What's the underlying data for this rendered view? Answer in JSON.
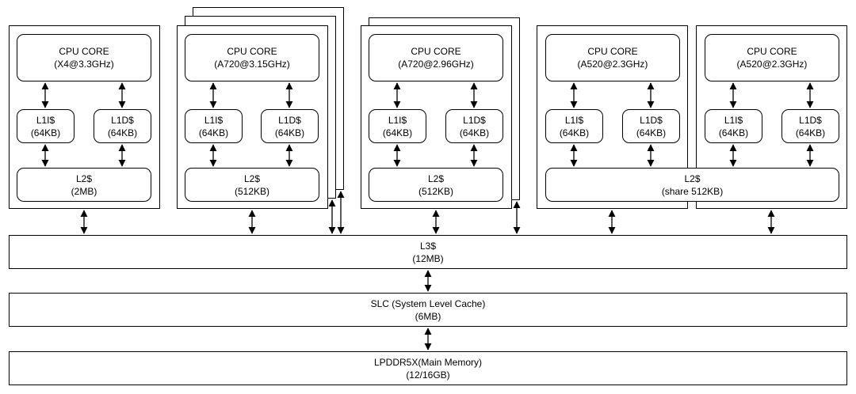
{
  "clusters": [
    {
      "core": {
        "title": "CPU CORE",
        "spec": "(X4@3.3GHz)"
      },
      "l1i": {
        "title": "L1I$",
        "size": "(64KB)"
      },
      "l1d": {
        "title": "L1D$",
        "size": "(64KB)"
      },
      "l2": {
        "title": "L2$",
        "size": "(2MB)"
      }
    },
    {
      "core": {
        "title": "CPU CORE",
        "spec": "(A720@3.15GHz)"
      },
      "l1i": {
        "title": "L1I$",
        "size": "(64KB)"
      },
      "l1d": {
        "title": "L1D$",
        "size": "(64KB)"
      },
      "l2": {
        "title": "L2$",
        "size": "(512KB)"
      }
    },
    {
      "core": {
        "title": "CPU CORE",
        "spec": "(A720@2.96GHz)"
      },
      "l1i": {
        "title": "L1I$",
        "size": "(64KB)"
      },
      "l1d": {
        "title": "L1D$",
        "size": "(64KB)"
      },
      "l2": {
        "title": "L2$",
        "size": "(512KB)"
      }
    },
    {
      "core": {
        "title": "CPU CORE",
        "spec": "(A520@2.3GHz)"
      },
      "l1i": {
        "title": "L1I$",
        "size": "(64KB)"
      },
      "l1d": {
        "title": "L1D$",
        "size": "(64KB)"
      }
    },
    {
      "core": {
        "title": "CPU CORE",
        "spec": "(A520@2.3GHz)"
      },
      "l1i": {
        "title": "L1I$",
        "size": "(64KB)"
      },
      "l1d": {
        "title": "L1D$",
        "size": "(64KB)"
      }
    }
  ],
  "shared_l2": {
    "title": "L2$",
    "size": "(share 512KB)"
  },
  "l3": {
    "title": "L3$",
    "size": "(12MB)"
  },
  "slc": {
    "title": "SLC (System Level Cache)",
    "size": "(6MB)"
  },
  "memory": {
    "title": "LPDDR5X(Main Memory)",
    "size": "(12/16GB)"
  },
  "colors": {
    "stroke": "#000000",
    "fill": "#ffffff"
  }
}
